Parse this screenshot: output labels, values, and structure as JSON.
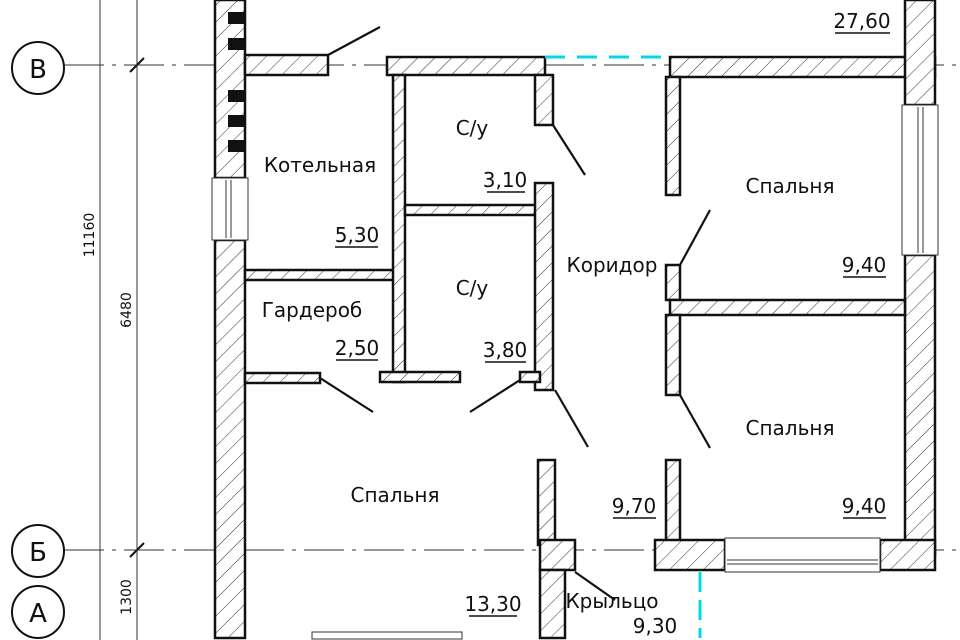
{
  "axes": {
    "b_upper": "В",
    "b_lower": "Б",
    "a": "А"
  },
  "dimensions": {
    "total": "11160",
    "span_upper": "6480",
    "span_lower": "1300"
  },
  "rooms": [
    {
      "name": "",
      "area": "27,60"
    },
    {
      "name": "Котельная",
      "area": "5,30"
    },
    {
      "name": "С/у",
      "area": "3,10"
    },
    {
      "name": "С/у",
      "area": "3,80"
    },
    {
      "name": "Гардероб",
      "area": "2,50"
    },
    {
      "name": "Коридор",
      "area": "9,70"
    },
    {
      "name": "Спальня",
      "area": "9,40"
    },
    {
      "name": "Спальня",
      "area": "9,40"
    },
    {
      "name": "Спальня",
      "area": "13,30"
    },
    {
      "name": "Крыльцо",
      "area": "9,30"
    }
  ],
  "colors": {
    "line": "#111111",
    "opening_marker": "#00d8e8"
  }
}
